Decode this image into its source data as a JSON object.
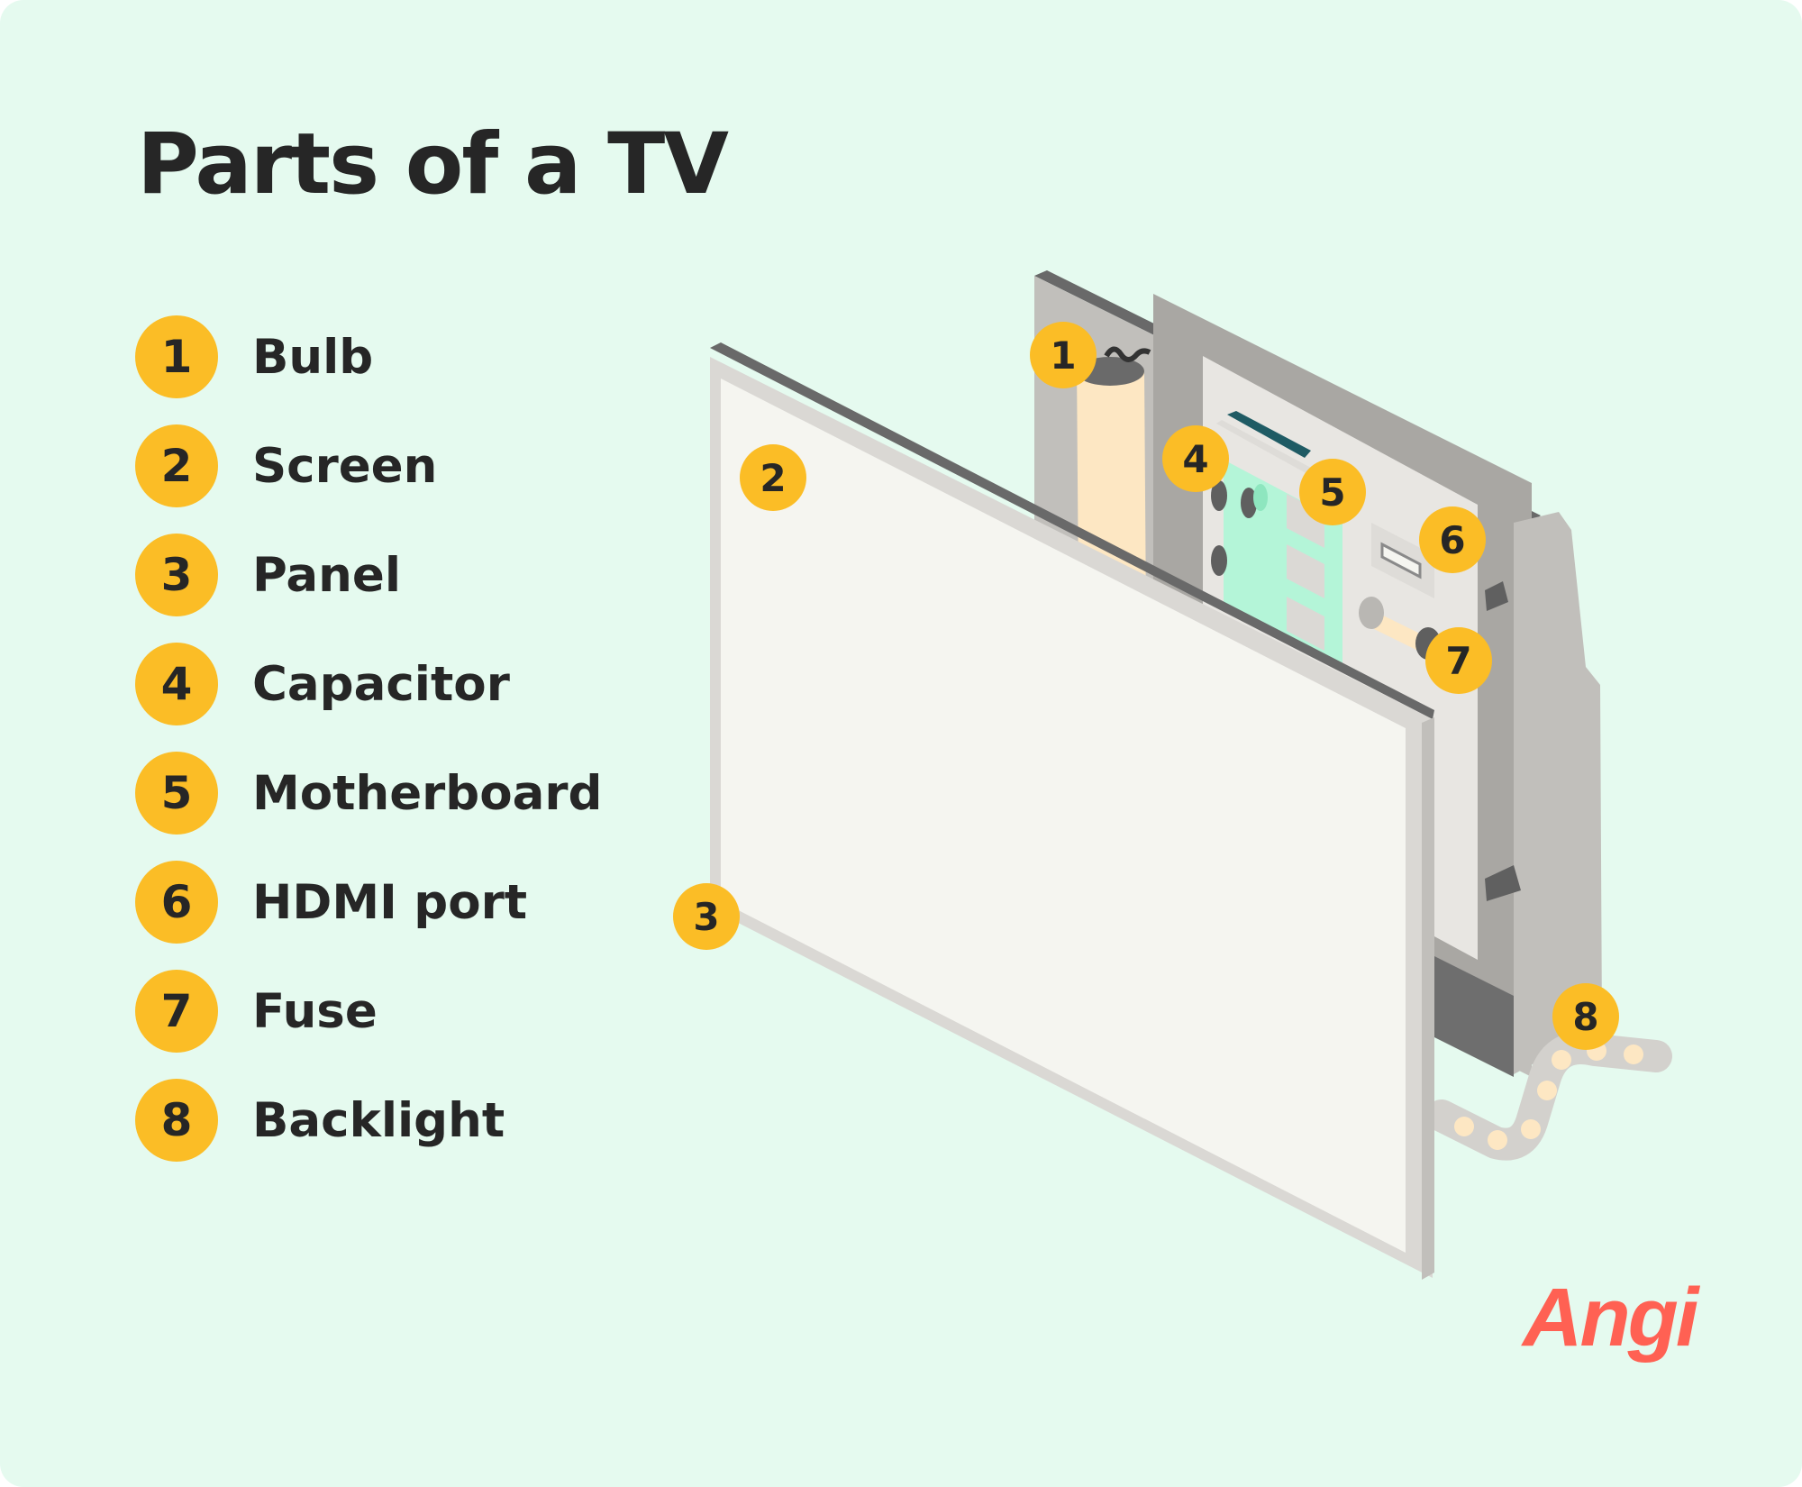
{
  "title": "Parts of a TV",
  "legend": [
    {
      "number": "1",
      "label": "Bulb"
    },
    {
      "number": "2",
      "label": "Screen"
    },
    {
      "number": "3",
      "label": "Panel"
    },
    {
      "number": "4",
      "label": "Capacitor"
    },
    {
      "number": "5",
      "label": "Motherboard"
    },
    {
      "number": "6",
      "label": "HDMI port"
    },
    {
      "number": "7",
      "label": "Fuse"
    },
    {
      "number": "8",
      "label": "Backlight"
    }
  ],
  "callouts": [
    "1",
    "2",
    "3",
    "4",
    "5",
    "6",
    "7",
    "8"
  ],
  "logo": "Angi",
  "colors": {
    "background": "#e5faef",
    "badge": "#fbbd26",
    "text": "#262626",
    "logo": "#ff6153",
    "screen_fill": "#f5f5f0",
    "frame_grey": "#c0beba",
    "circuit_green": "#b4f5d8"
  }
}
